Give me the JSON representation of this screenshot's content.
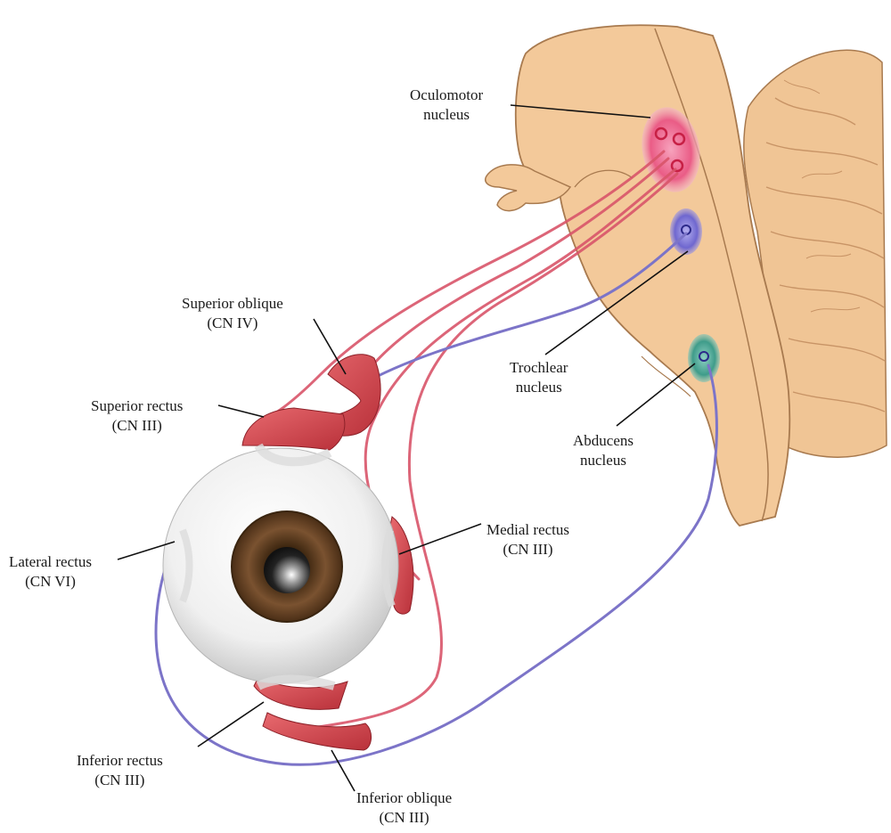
{
  "labels": {
    "oculomotor": {
      "line1": "Oculomotor",
      "line2": "nucleus"
    },
    "trochlear": {
      "line1": "Trochlear",
      "line2": "nucleus"
    },
    "abducens": {
      "line1": "Abducens",
      "line2": "nucleus"
    },
    "superior_oblique": {
      "line1": "Superior oblique",
      "line2": "(CN IV)"
    },
    "superior_rectus": {
      "line1": "Superior rectus",
      "line2": "(CN III)"
    },
    "lateral_rectus": {
      "line1": "Lateral rectus",
      "line2": "(CN VI)"
    },
    "medial_rectus": {
      "line1": "Medial rectus",
      "line2": "(CN III)"
    },
    "inferior_rectus": {
      "line1": "Inferior rectus",
      "line2": "(CN III)"
    },
    "inferior_oblique": {
      "line1": "Inferior oblique",
      "line2": "(CN III)"
    }
  },
  "colors": {
    "brainstem": "#f3c99a",
    "brainstem_outline": "#a87a4f",
    "cerebellum": "#f0c595",
    "oculomotor_nerve": "#d9556a",
    "trochlear_nerve": "#7c74c8",
    "abducens_nerve": "#7c74c8",
    "muscle": "#d8474f",
    "iris": "#5a3a1e",
    "sclera": "#f4f4f4"
  }
}
